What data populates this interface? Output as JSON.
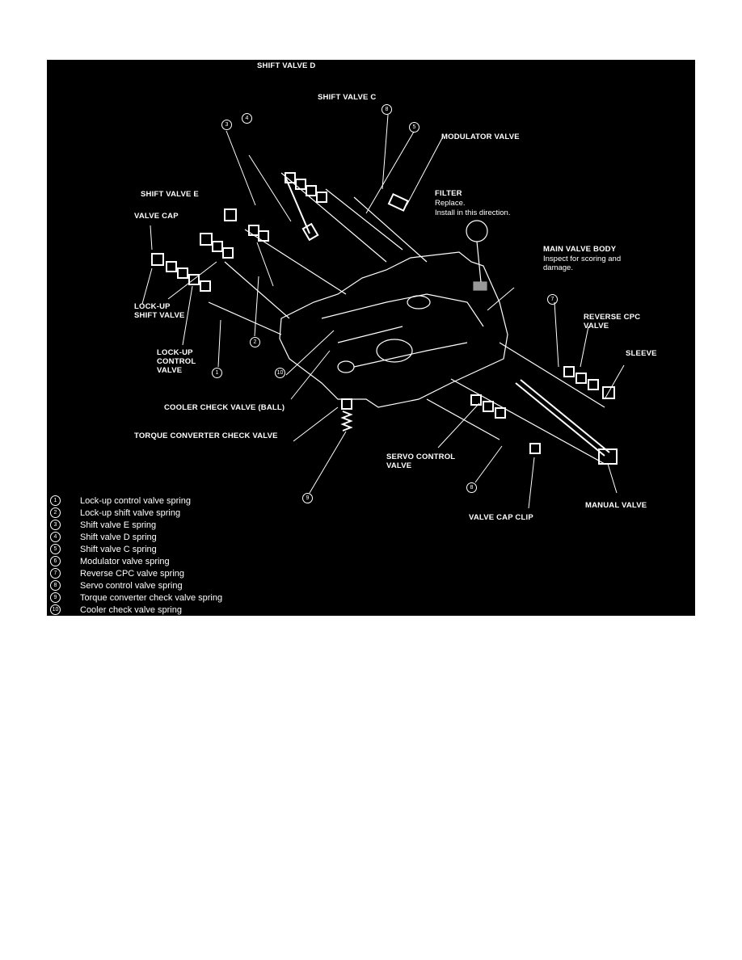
{
  "labels": {
    "shift_valve_d": "SHIFT VALVE D",
    "shift_valve_c": "SHIFT VALVE C",
    "modulator_valve": "MODULATOR VALVE",
    "filter": "FILTER",
    "filter_note1": "Replace.",
    "filter_note2": "Install in this direction.",
    "shift_valve_e": "SHIFT VALVE E",
    "valve_cap": "VALVE CAP",
    "main_valve_body": "MAIN VALVE BODY",
    "main_note1": "Inspect for scoring and",
    "main_note2": "damage.",
    "lockup_shift_1": "LOCK-UP",
    "lockup_shift_2": "SHIFT VALVE",
    "reverse_cpc_1": "REVERSE CPC",
    "reverse_cpc_2": "VALVE",
    "sleeve": "SLEEVE",
    "lockup_control_1": "LOCK-UP",
    "lockup_control_2": "CONTROL",
    "lockup_control_3": "VALVE",
    "cooler_check": "COOLER CHECK VALVE (BALL)",
    "torque_check": "TORQUE CONVERTER CHECK VALVE",
    "servo_1": "SERVO CONTROL",
    "servo_2": "VALVE",
    "manual_valve": "MANUAL VALVE",
    "valve_cap_clip": "VALVE CAP CLIP"
  },
  "callouts": [
    "1",
    "2",
    "3",
    "4",
    "5",
    "6",
    "7",
    "8",
    "9",
    "10"
  ],
  "legend": [
    {
      "num": "1",
      "text": "Lock-up control valve spring"
    },
    {
      "num": "2",
      "text": "Lock-up shift valve spring"
    },
    {
      "num": "3",
      "text": "Shift valve E spring"
    },
    {
      "num": "4",
      "text": "Shift valve D spring"
    },
    {
      "num": "5",
      "text": "Shift valve C spring"
    },
    {
      "num": "6",
      "text": "Modulator valve spring"
    },
    {
      "num": "7",
      "text": "Reverse CPC valve spring"
    },
    {
      "num": "8",
      "text": "Servo control valve spring"
    },
    {
      "num": "9",
      "text": "Torque converter check valve spring"
    },
    {
      "num": "10",
      "text": "Cooler check valve spring"
    }
  ]
}
